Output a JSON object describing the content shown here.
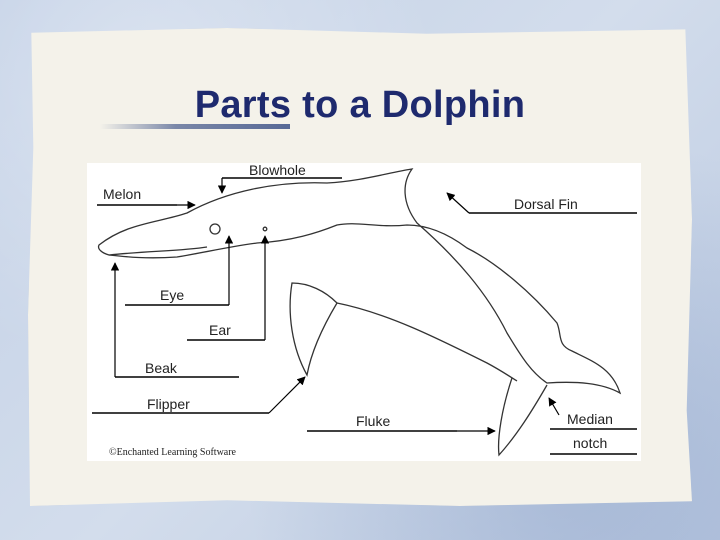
{
  "title": "Parts to a Dolphin",
  "labels": {
    "blowhole": "Blowhole",
    "melon": "Melon",
    "dorsal_fin": "Dorsal Fin",
    "eye": "Eye",
    "ear": "Ear",
    "beak": "Beak",
    "flipper": "Flipper",
    "fluke": "Fluke",
    "median": "Median",
    "notch": "notch"
  },
  "credit": "©Enchanted Learning Software",
  "colors": {
    "title": "#1e2a6e",
    "background": "#c9d5e8",
    "paper": "#f4f2ea"
  }
}
